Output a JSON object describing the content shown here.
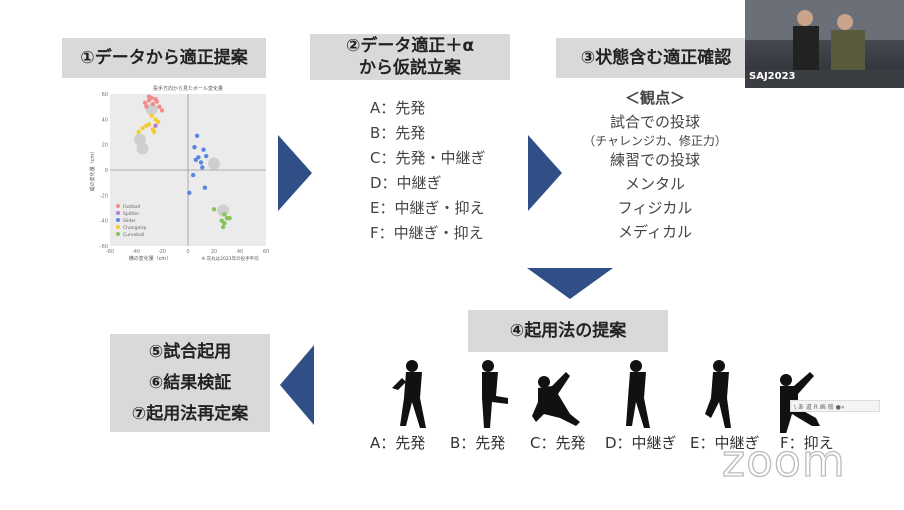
{
  "steps": {
    "s1": "①データから適正提案",
    "s2a": "②データ適正＋α",
    "s2b": "から仮説立案",
    "s3": "③状態含む適正確認",
    "s4": "④起用法の提案",
    "s5": "⑤試合起用",
    "s6": "⑥結果検証",
    "s7": "⑦起用法再定案"
  },
  "hypotheses": [
    "A：先発",
    "B：先発",
    "C：先発・中継ぎ",
    "D：中継ぎ",
    "E：中継ぎ・抑え",
    "F：中継ぎ・抑え"
  ],
  "viewpoints": {
    "title": "＜観点＞",
    "items": [
      "試合での投球",
      "（チャレンジカ、修正力）",
      "練習での投球",
      "メンタル",
      "フィジカル",
      "メディカル"
    ]
  },
  "pitcher_labels": [
    "A：先発",
    "B：先発",
    "C：先発",
    "D：中継ぎ",
    "E：中継ぎ",
    "F：抑え"
  ],
  "video": {
    "label": "SAJ2023"
  },
  "watermark": "zoom",
  "toolbar": "\\ あ 道 R 画 般 ●»",
  "colors": {
    "box": "#d9d9d9",
    "arrow": "#2f4f86"
  },
  "chart_data": {
    "type": "scatter",
    "title": "投手方向から見たボール変化量",
    "xlabel": "横の変化量（cm）",
    "ylabel": "縦の変化量（cm）",
    "note": "※ 灰丸は2021年の投手平均",
    "xlim": [
      -60,
      60
    ],
    "ylim": [
      -60,
      60
    ],
    "ticks": [
      -60,
      -40,
      -20,
      0,
      20,
      40,
      60
    ],
    "legend_position": "bottom-left",
    "series": [
      {
        "name": "Fastball",
        "color": "#f08c8c",
        "points": [
          [
            -33,
            53
          ],
          [
            -30,
            55
          ],
          [
            -28,
            57
          ],
          [
            -25,
            56
          ],
          [
            -32,
            50
          ],
          [
            -27,
            52
          ],
          [
            -22,
            50
          ],
          [
            -20,
            47
          ],
          [
            -30,
            58
          ],
          [
            -24,
            54
          ]
        ]
      },
      {
        "name": "Splitter",
        "color": "#b57cd8",
        "points": [
          [
            -25,
            35
          ]
        ]
      },
      {
        "name": "Slider",
        "color": "#5b86e0",
        "points": [
          [
            7,
            27
          ],
          [
            12,
            16
          ],
          [
            5,
            18
          ],
          [
            8,
            10
          ],
          [
            14,
            11
          ],
          [
            10,
            6
          ],
          [
            6,
            8
          ],
          [
            11,
            2
          ],
          [
            4,
            -4
          ],
          [
            13,
            -14
          ],
          [
            1,
            -18
          ]
        ]
      },
      {
        "name": "ChangeUp",
        "color": "#f2cc30",
        "points": [
          [
            -28,
            43
          ],
          [
            -25,
            40
          ],
          [
            -30,
            36
          ],
          [
            -35,
            33
          ],
          [
            -27,
            32
          ],
          [
            -23,
            38
          ],
          [
            -26,
            30
          ],
          [
            -38,
            30
          ],
          [
            -32,
            35
          ]
        ]
      },
      {
        "name": "Curveball",
        "color": "#86c45a",
        "points": [
          [
            20,
            -31
          ],
          [
            28,
            -35
          ],
          [
            30,
            -38
          ],
          [
            26,
            -40
          ],
          [
            28,
            -42
          ],
          [
            27,
            -45
          ],
          [
            32,
            -38
          ]
        ]
      },
      {
        "name": "Average",
        "color": "#cfcfcf",
        "points": [
          [
            -28,
            48
          ],
          [
            -37,
            24
          ],
          [
            -35,
            17
          ],
          [
            20,
            5
          ],
          [
            27,
            -32
          ]
        ]
      }
    ]
  }
}
